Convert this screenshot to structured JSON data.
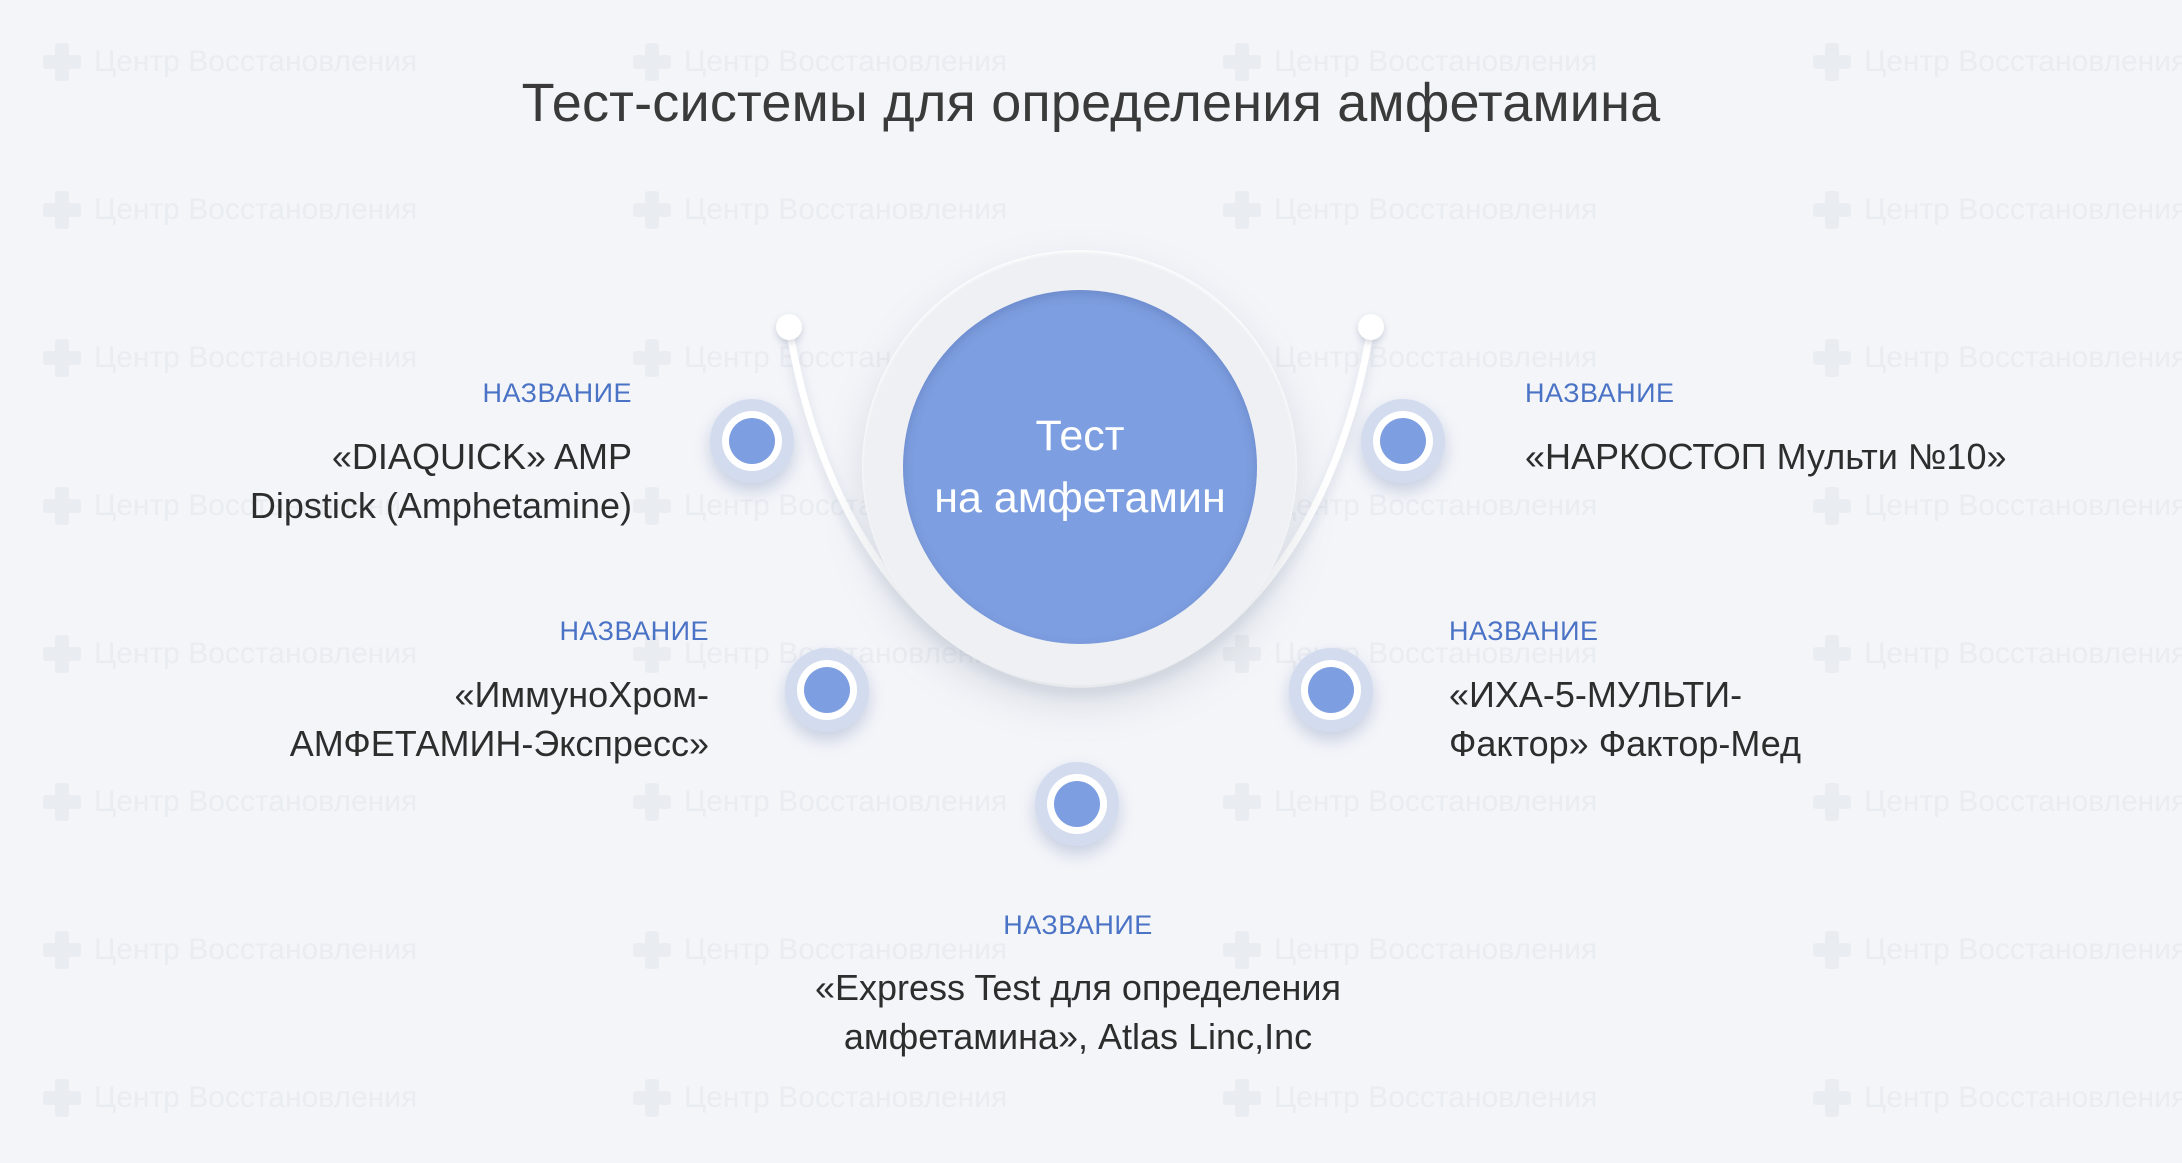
{
  "watermark": "Центр Восстановления",
  "title": "Тест-системы для определения амфетамина",
  "center": {
    "line1": "Тест",
    "line2": "на амфетамин"
  },
  "colors": {
    "accent": "#7d9ee0",
    "label": "#4a72c5",
    "background": "#f3f5f9"
  },
  "items": [
    {
      "label": "НАЗВАНИЕ",
      "lines": [
        "«DIAQUICK» AMP",
        "Dipstick (Amphetamine)"
      ]
    },
    {
      "label": "НАЗВАНИЕ",
      "lines": [
        "«ИммуноХром-",
        "АМФЕТАМИН-Экспресс»"
      ]
    },
    {
      "label": "НАЗВАНИЕ",
      "lines": [
        "«Express Test для определения",
        "амфетамина», Atlas Linc,Inc"
      ]
    },
    {
      "label": "НАЗВАНИЕ",
      "lines": [
        "«ИХА-5-МУЛЬТИ-",
        "Фактор» Фактор-Мед"
      ]
    },
    {
      "label": "НАЗВАНИЕ",
      "lines": [
        "«НАРКОСТОП Мульти №10»"
      ]
    }
  ]
}
